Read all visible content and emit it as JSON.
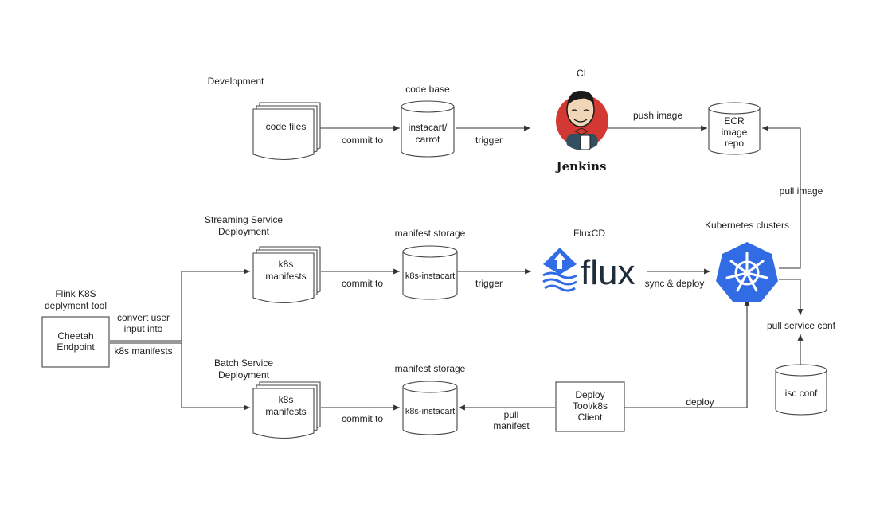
{
  "nodes": {
    "development": {
      "title": "Development",
      "label": "code files"
    },
    "code_base": {
      "title": "code base",
      "label": [
        "instacart/",
        "carrot"
      ]
    },
    "ci": {
      "title": "CI",
      "logo_text": "Jenkins"
    },
    "ecr": {
      "label": [
        "ECR",
        "image",
        "repo"
      ]
    },
    "streaming": {
      "title": [
        "Streaming Service",
        "Deployment"
      ],
      "label": [
        "k8s",
        "manifests"
      ]
    },
    "manifest_storage_top": {
      "title": "manifest storage",
      "label": "k8s-instacart"
    },
    "fluxcd": {
      "title": "FluxCD",
      "logo_text": "flux"
    },
    "k8s_clusters": {
      "title": "Kubernetes clusters"
    },
    "flink_tool": {
      "title": [
        "Flink K8S",
        "deplyment tool"
      ],
      "label": [
        "Cheetah",
        "Endpoint"
      ]
    },
    "batch": {
      "title": [
        "Batch Service",
        "Deployment"
      ],
      "label": [
        "k8s",
        "manifests"
      ]
    },
    "manifest_storage_bottom": {
      "title": "manifest storage",
      "label": "k8s-instacart"
    },
    "deploy_tool": {
      "label": [
        "Deploy",
        "Tool/k8s",
        "Client"
      ]
    },
    "isc_conf": {
      "label": "isc conf"
    }
  },
  "edges": {
    "commit_dev": "commit to",
    "trigger_ci": "trigger",
    "push_image": "push image",
    "pull_image": "pull image",
    "convert": [
      "convert user",
      "input into",
      "k8s manifests"
    ],
    "commit_streaming": "commit to",
    "trigger_flux": "trigger",
    "sync_deploy": "sync & deploy",
    "pull_service_conf": "pull service conf",
    "commit_batch": "commit to",
    "pull_manifest": [
      "pull",
      "manifest"
    ],
    "deploy": "deploy"
  },
  "colors": {
    "jenkins_red": "#d33833",
    "flux_blue": "#316ce6",
    "kubernetes_blue": "#326ce5"
  },
  "icons": [
    "jenkins-logo-icon",
    "flux-logo-icon",
    "kubernetes-helm-icon"
  ]
}
